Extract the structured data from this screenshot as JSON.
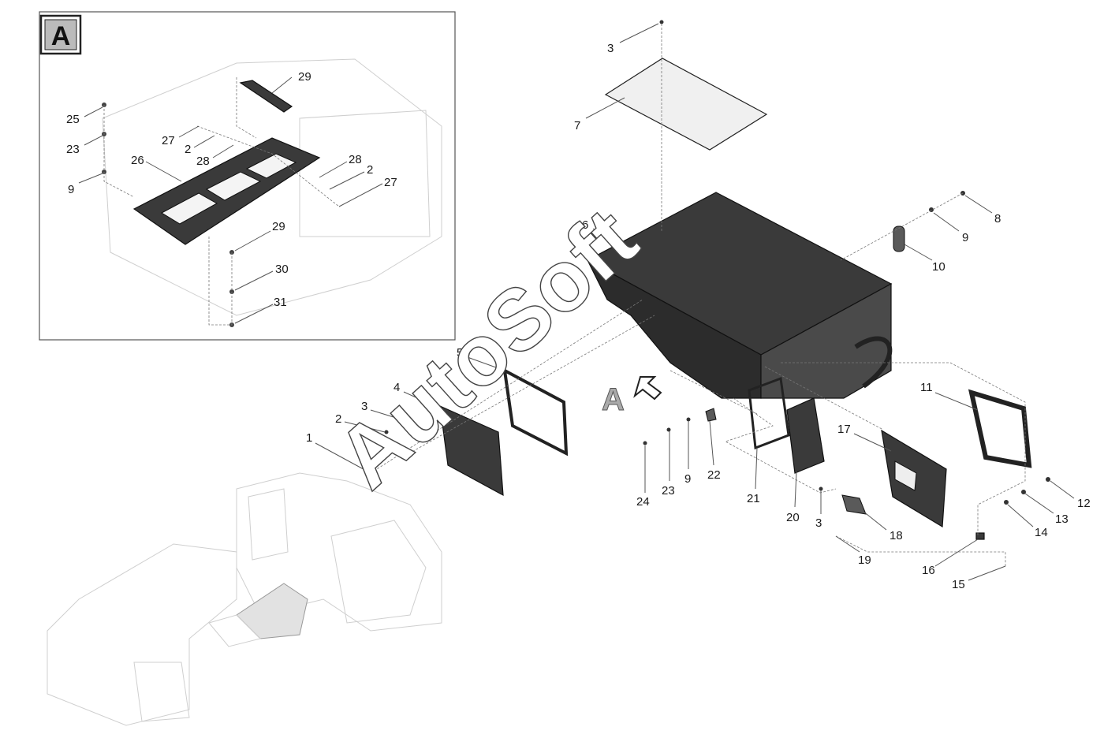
{
  "inset": {
    "badge": "A",
    "callouts": [
      "29",
      "25",
      "23",
      "27",
      "2",
      "28",
      "26",
      "9",
      "28",
      "2",
      "27",
      "29",
      "30",
      "31"
    ]
  },
  "main_callouts": [
    "3",
    "7",
    "6",
    "8",
    "9",
    "10",
    "5",
    "4",
    "3",
    "2",
    "1",
    "11",
    "17",
    "22",
    "9",
    "23",
    "24",
    "21",
    "20",
    "3",
    "12",
    "13",
    "14",
    "18",
    "19",
    "16",
    "15"
  ],
  "view_marker": "A",
  "watermark": "AutoSoft",
  "colors": {
    "part_dark": "#3a3a3a",
    "line": "#555555",
    "ghost": "#cfcfcf"
  }
}
